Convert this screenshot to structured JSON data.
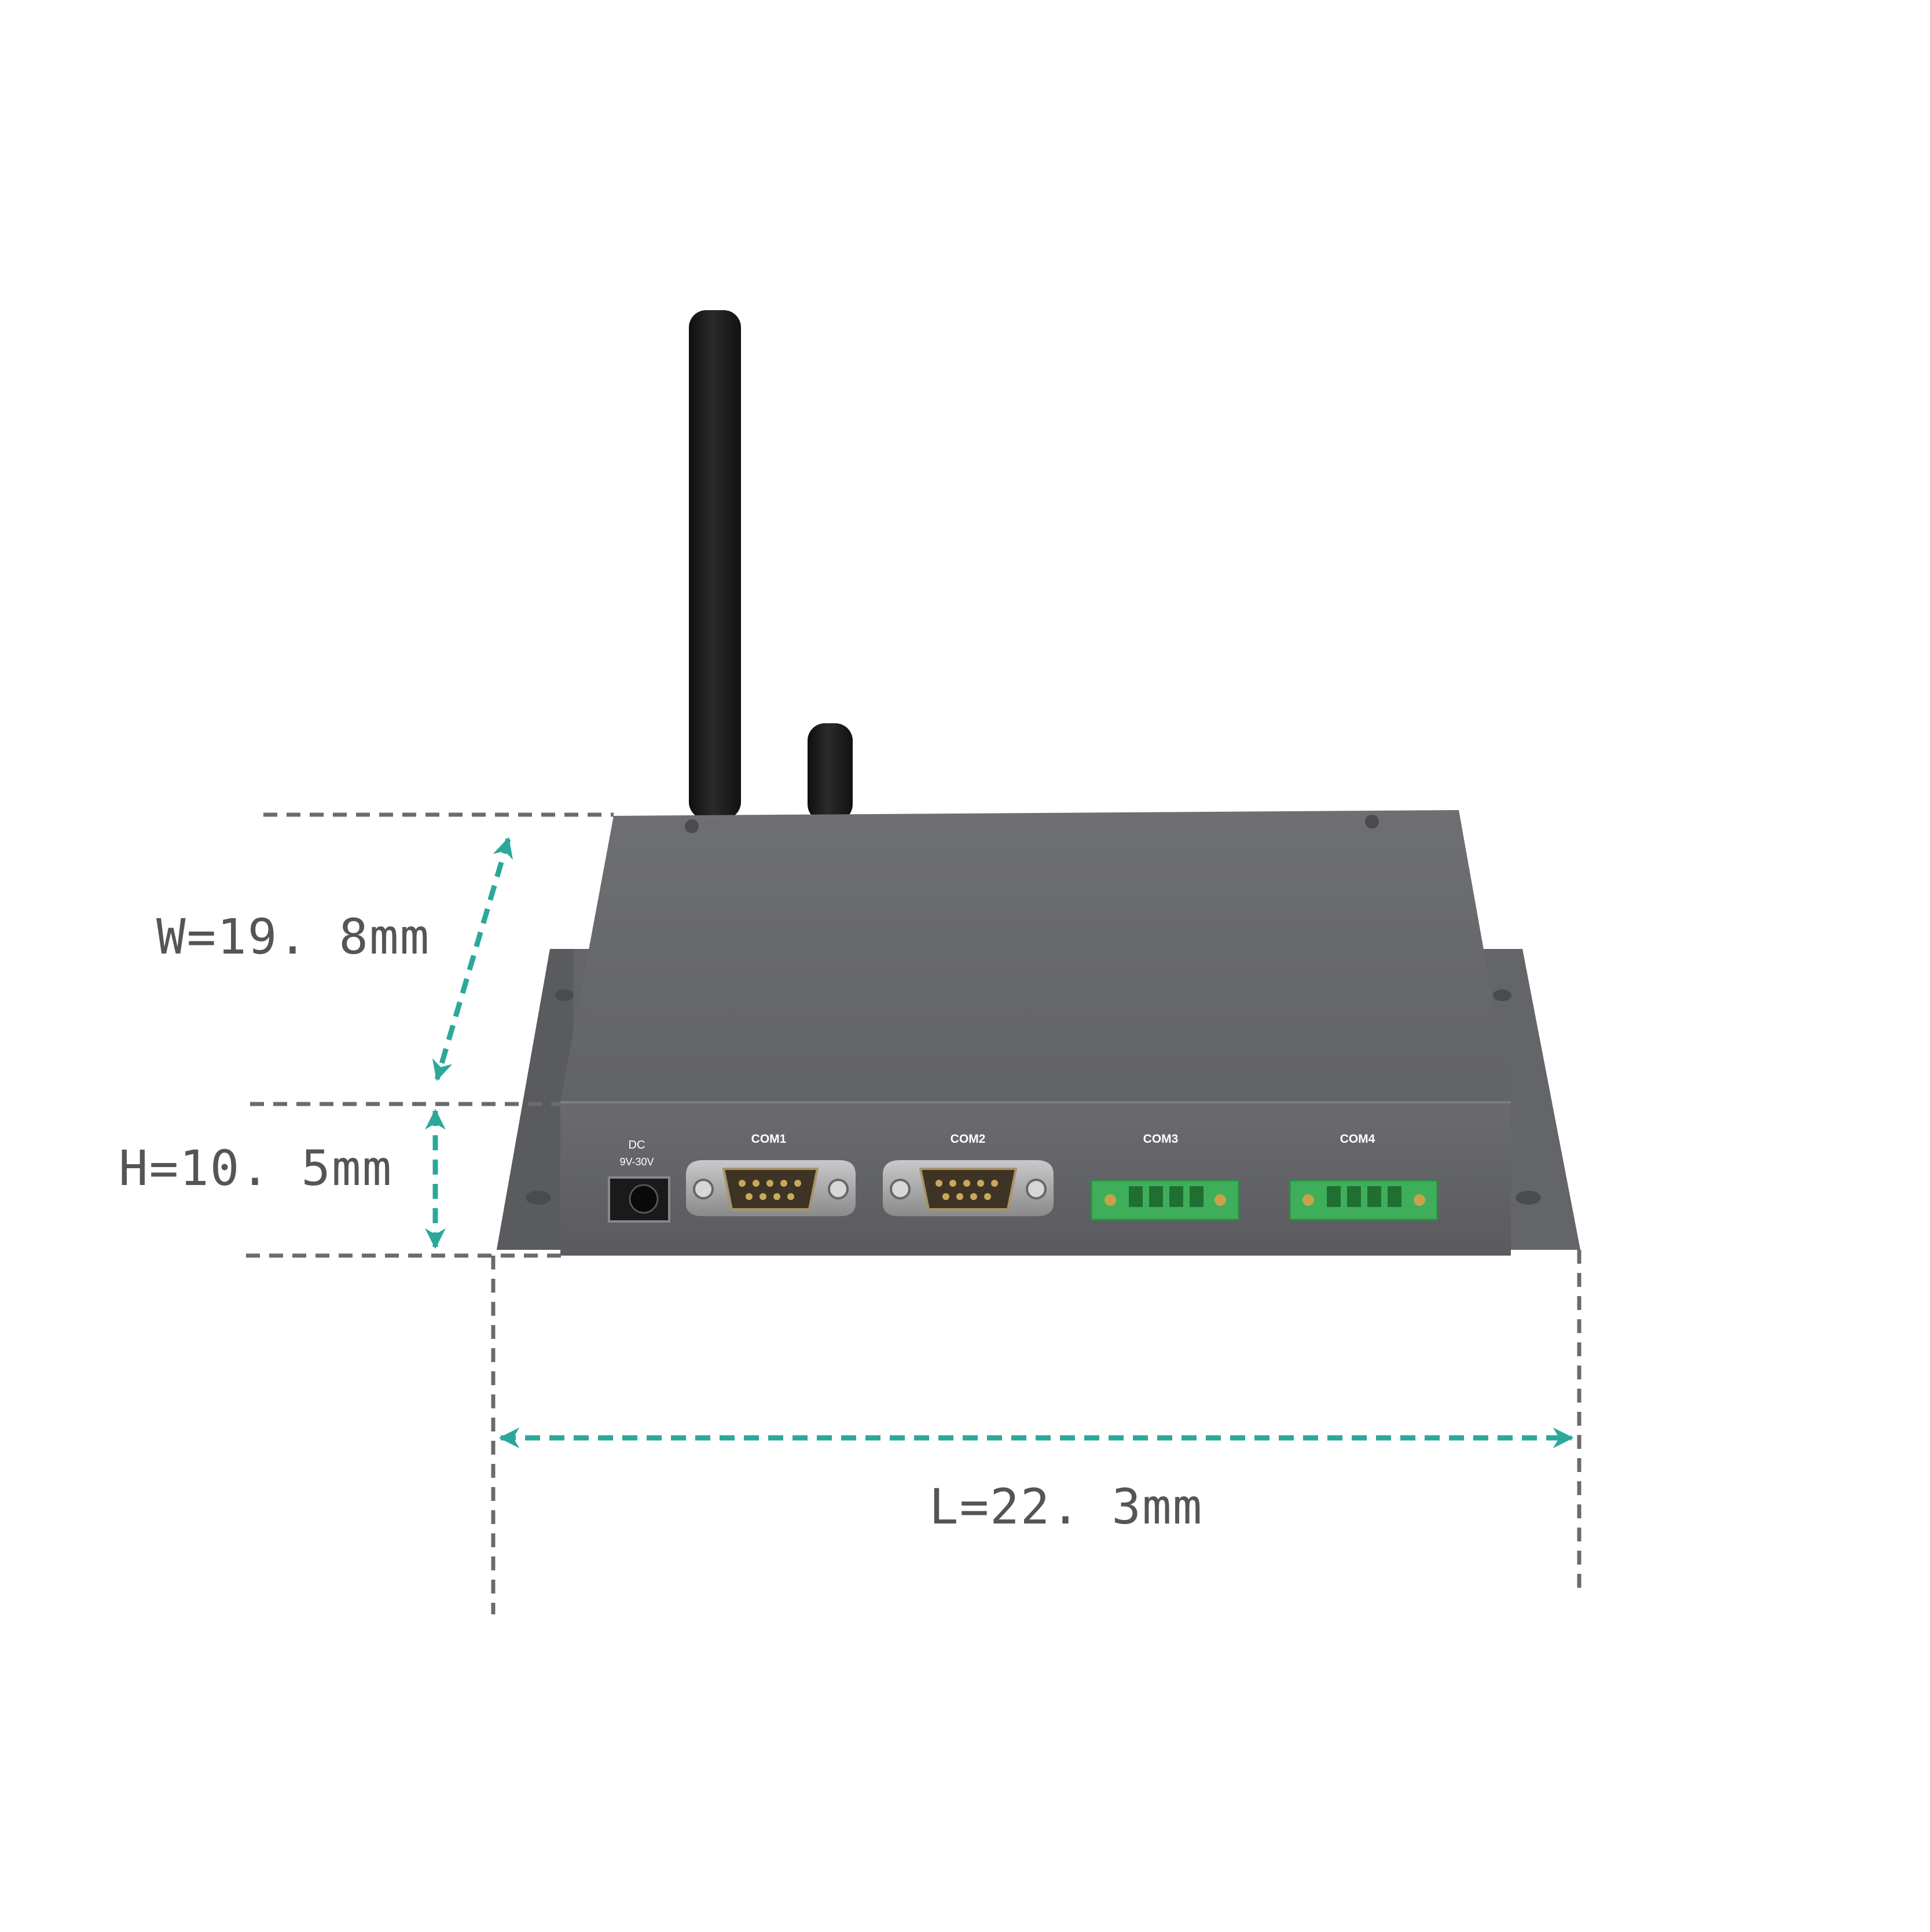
{
  "dimensions": {
    "width_label": "W=19. 8mm",
    "height_label": "H=10. 5mm",
    "length_label": "L=22. 3mm"
  },
  "device": {
    "power": {
      "line1": "DC",
      "line2": "9V-30V"
    },
    "ports": [
      "COM1",
      "COM2",
      "COM3",
      "COM4"
    ]
  },
  "colors": {
    "arrow": "#2ba89a",
    "guide": "#6b6b6b",
    "chassis_top": "#6d6e72",
    "chassis_front": "#5e5f63",
    "flange": "#646569",
    "antenna": "#1c1c1c",
    "terminal_green": "#3fae5a",
    "label_text": "#555555"
  }
}
